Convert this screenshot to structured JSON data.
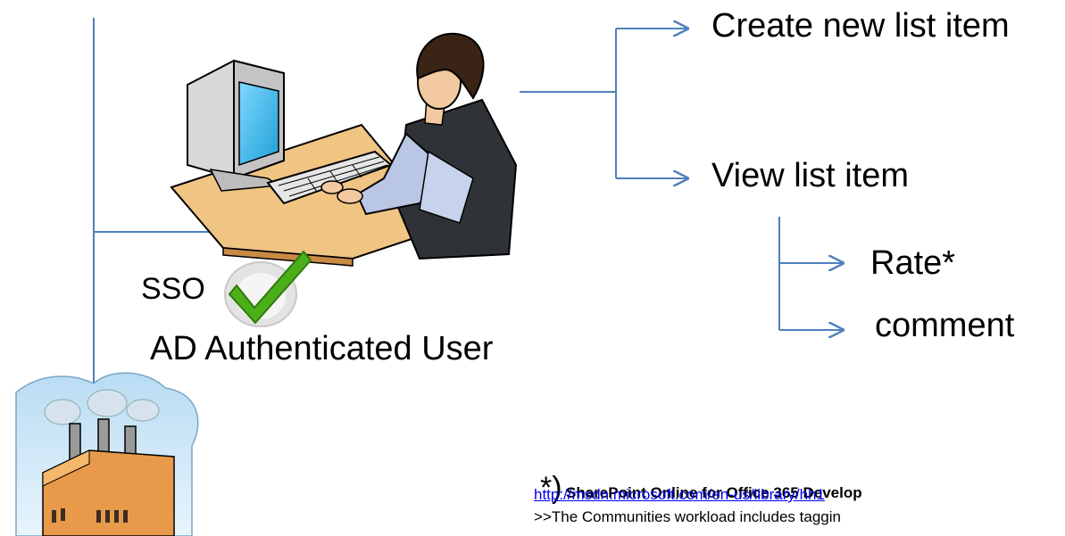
{
  "actions": {
    "create": "Create new list item",
    "view": "View list item",
    "rate": "Rate*",
    "comment": "comment"
  },
  "user": {
    "sso": "SSO",
    "authenticated": "AD Authenticated User"
  },
  "footnote": {
    "mark": "*)",
    "title": "SharePoint Online for Office 365 Develop",
    "link": "http://msdn.microsoft.com/en-us/library/hh1",
    "note": ">>The Communities workload includes taggin"
  },
  "colors": {
    "connector": "#4f81bd",
    "monitor": "#d8d8d8",
    "screen": "#4fc3f0",
    "desk": "#f0c483",
    "factory": "#e89a4a",
    "check": "#4caf1a"
  },
  "icons": {
    "user_at_computer": "person-at-computer-icon",
    "checkmark": "green-check-icon",
    "factory": "factory-icon"
  }
}
